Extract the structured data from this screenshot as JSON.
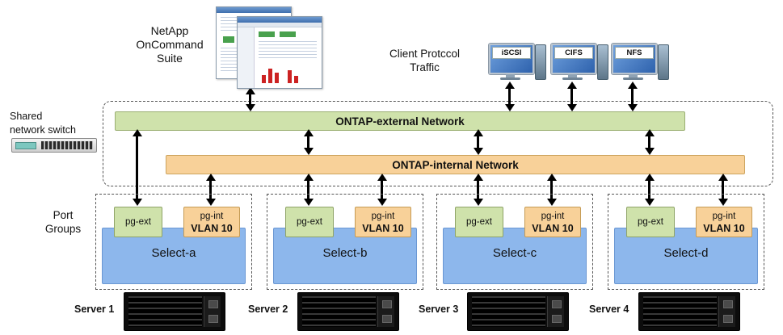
{
  "oncommand": {
    "lines": [
      "NetApp",
      "OnCommand",
      "Suite"
    ]
  },
  "client_traffic": {
    "lines": [
      "Client Protccol",
      "Traffic"
    ]
  },
  "clients": [
    {
      "label": "iSCSI"
    },
    {
      "label": "CIFS"
    },
    {
      "label": "NFS"
    }
  ],
  "switch": {
    "lines": [
      "Shared",
      "network switch"
    ]
  },
  "networks": {
    "external": {
      "label": "ONTAP-external Network",
      "color": "#cfe2ab"
    },
    "internal": {
      "label": "ONTAP-internal Network",
      "color": "#f8d199"
    }
  },
  "port_groups": {
    "lines": [
      "Port",
      "Groups"
    ]
  },
  "nodes": [
    {
      "name": "Select-a",
      "pg_ext": "pg-ext",
      "pg_int": "pg-int",
      "vlan": "VLAN 10",
      "server": "Server 1"
    },
    {
      "name": "Select-b",
      "pg_ext": "pg-ext",
      "pg_int": "pg-int",
      "vlan": "VLAN 10",
      "server": "Server 2"
    },
    {
      "name": "Select-c",
      "pg_ext": "pg-ext",
      "pg_int": "pg-int",
      "vlan": "VLAN 10",
      "server": "Server 3"
    },
    {
      "name": "Select-d",
      "pg_ext": "pg-ext",
      "pg_int": "pg-int",
      "vlan": "VLAN 10",
      "server": "Server 4"
    }
  ],
  "colors": {
    "external_network": "#cfe2ab",
    "internal_network": "#f8d199",
    "node_fill": "#8db7ec",
    "arrow": "#000000"
  }
}
